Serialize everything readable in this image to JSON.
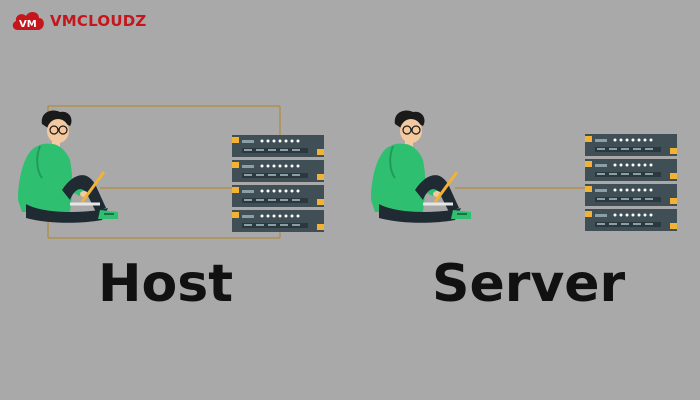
{
  "brand": {
    "name": "VMCLOUDZ",
    "icon": "vm-cloud-icon",
    "color": "#c4161c"
  },
  "panels": [
    {
      "label": "Host"
    },
    {
      "label": "Server"
    }
  ],
  "colors": {
    "background": "#a9a9a9",
    "server_body": "#3f4f55",
    "server_accent": "#f2b233",
    "hoodie": "#2fbf71",
    "pants": "#1f2a33",
    "connector": "#b58a3a"
  }
}
